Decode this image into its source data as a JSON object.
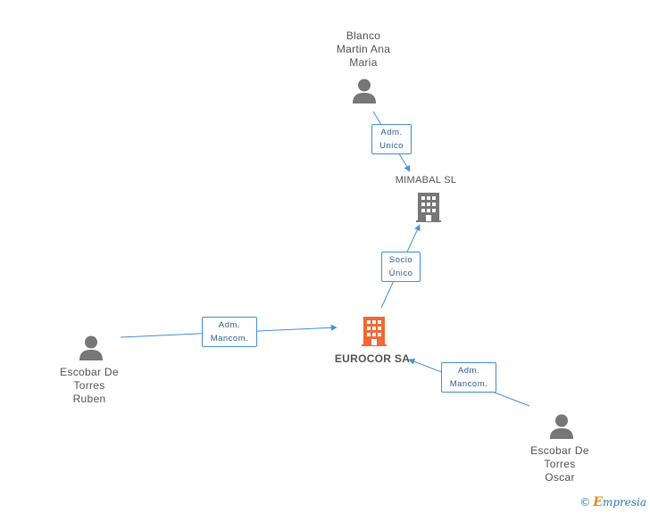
{
  "nodes": {
    "blanco": {
      "label": "Blanco\nMartin Ana\nMaria",
      "type": "person"
    },
    "mimabal": {
      "label": "MIMABAL SL",
      "type": "company"
    },
    "eurocor": {
      "label": "EUROCOR SA",
      "type": "company-main"
    },
    "ruben": {
      "label": "Escobar De\nTorres\nRuben",
      "type": "person"
    },
    "oscar": {
      "label": "Escobar De\nTorres\nOscar",
      "type": "person"
    }
  },
  "edges": {
    "blanco_mimabal": {
      "label": "Adm.\nUnico"
    },
    "eurocor_mimabal": {
      "label": "Socio\nÚnico"
    },
    "ruben_eurocor": {
      "label": "Adm.\nMancom."
    },
    "oscar_eurocor": {
      "label": "Adm.\nMancom."
    }
  },
  "colors": {
    "edge": "#4a90d9",
    "person_icon": "#777777",
    "company_icon": "#777777",
    "main_company_icon": "#f06a35"
  },
  "icons": {
    "person": "person-icon",
    "company": "building-icon"
  },
  "footer": {
    "copyright": "©",
    "brand_first": "E",
    "brand_rest": "mpresia"
  }
}
